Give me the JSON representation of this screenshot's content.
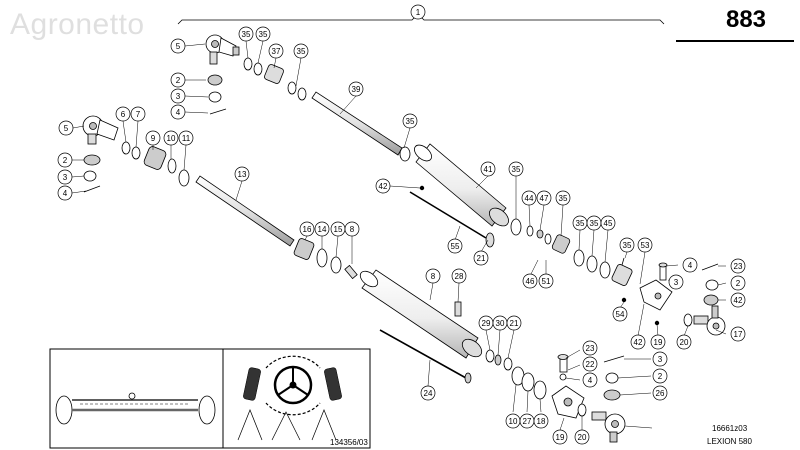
{
  "header": {
    "page_number": "883",
    "assembly_callout": "1",
    "watermark": "Agronetto"
  },
  "footer": {
    "drawing_code": "134356/03",
    "figure_code": "16661z03",
    "model": "LEXION 580"
  },
  "callouts": [
    "5",
    "2",
    "3",
    "4",
    "35",
    "35",
    "37",
    "35",
    "39",
    "35",
    "41",
    "42",
    "5",
    "2",
    "3",
    "4",
    "6",
    "7",
    "9",
    "10",
    "11",
    "13",
    "16",
    "14",
    "15",
    "8",
    "21",
    "55",
    "35",
    "44",
    "47",
    "35",
    "35",
    "35",
    "45",
    "46",
    "51",
    "35",
    "53",
    "4",
    "23",
    "3",
    "2",
    "42",
    "54",
    "42",
    "19",
    "20",
    "17",
    "8",
    "28",
    "29",
    "30",
    "21",
    "24",
    "23",
    "22",
    "4",
    "3",
    "2",
    "26",
    "10",
    "27",
    "18",
    "19",
    "20"
  ],
  "colors": {
    "line": "#000000",
    "part_fill": "#ffffff",
    "shade": "#d4d4d4"
  }
}
